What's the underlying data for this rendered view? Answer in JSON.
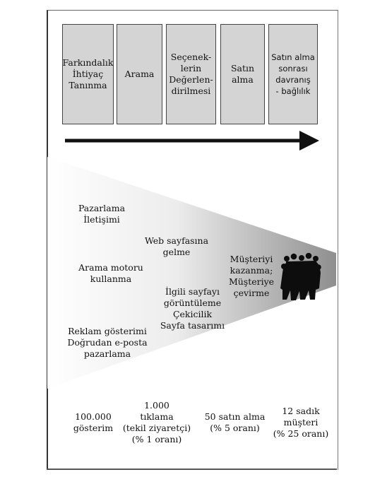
{
  "stages": [
    "Farkındalık\nİhtiyaç\nTanınma",
    "Arama",
    "Seçenek-\nlerin\nDeğerlen-\ndirilmesi",
    "Satın\nalma",
    "Satın alma\nsonrası\ndavranış\n- bağlılık"
  ],
  "funnel": {
    "pazarlama_iletisimi": "Pazarlama\nİletişimi",
    "web_sayfasina_gelme": "Web sayfasına\ngelme",
    "arama_motoru": "Arama motoru\nkullanma",
    "ilgili_sayfayi": "İlgili sayfayı\ngörüntüleme\nÇekicilik\nSayfa tasarımı",
    "musteriyi_kazanma": "Müşteriyi\nkazanma;\nMüşteriye\nçevirme",
    "reklam": "Reklam gösterimi\nDoğrudan e-posta\npazarlama"
  },
  "metrics": [
    "100.000\ngösterim",
    "1.000\ntıklama\n(tekil ziyaretçi)\n(% 1 oranı)",
    "50 satın alma\n(% 5 oranı)",
    "12 sadık\nmüşteri\n(% 25 oranı)"
  ],
  "colors": {
    "stage_fill": "#d4d4d4",
    "funnel_dark": "#8f8f8f",
    "funnel_light": "#ffffff"
  },
  "icons": [
    "arrow-right-icon",
    "crowd-silhouette-icon"
  ]
}
